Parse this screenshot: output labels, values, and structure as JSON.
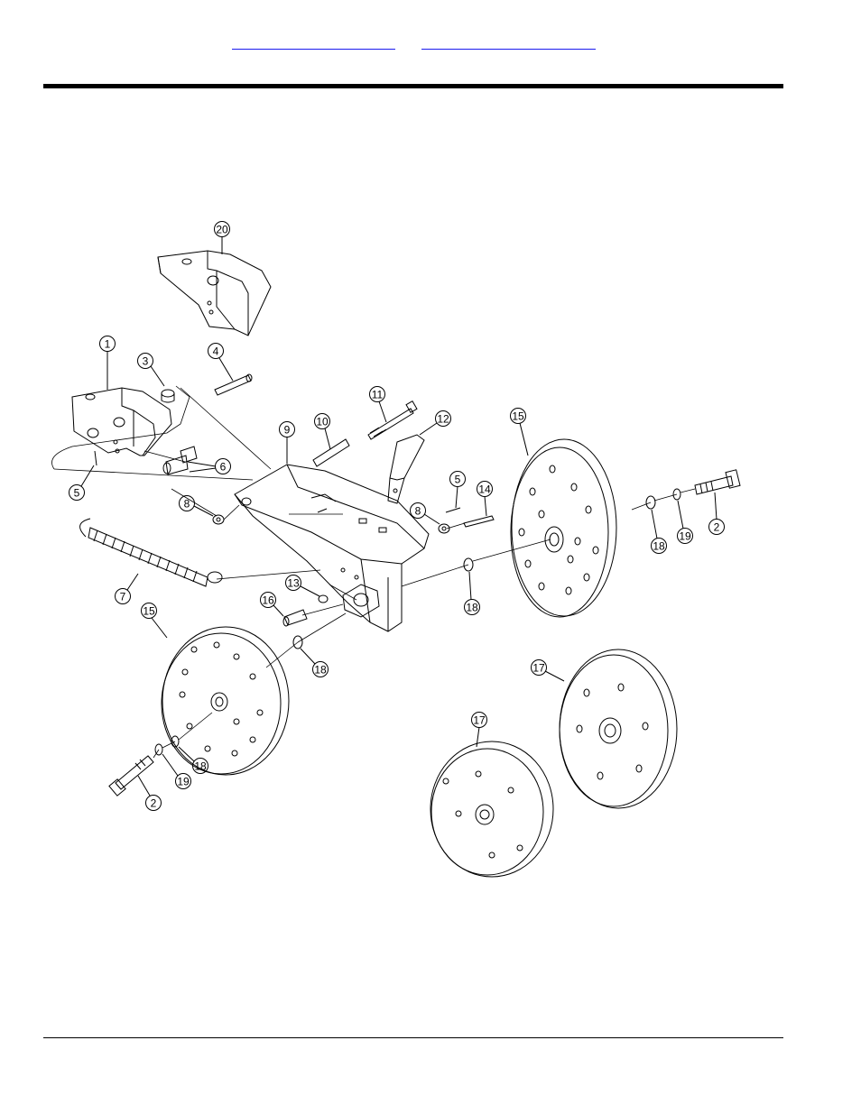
{
  "header": {
    "links": [
      {
        "label": ""
      },
      {
        "label": ""
      }
    ]
  },
  "diagram": {
    "callouts": [
      {
        "label": "20"
      },
      {
        "label": "1"
      },
      {
        "label": "3"
      },
      {
        "label": "4"
      },
      {
        "label": "11"
      },
      {
        "label": "10"
      },
      {
        "label": "12"
      },
      {
        "label": "9"
      },
      {
        "label": "6"
      },
      {
        "label": "5"
      },
      {
        "label": "5"
      },
      {
        "label": "14"
      },
      {
        "label": "8"
      },
      {
        "label": "8"
      },
      {
        "label": "15"
      },
      {
        "label": "18"
      },
      {
        "label": "19"
      },
      {
        "label": "2"
      },
      {
        "label": "7"
      },
      {
        "label": "13"
      },
      {
        "label": "16"
      },
      {
        "label": "18"
      },
      {
        "label": "15"
      },
      {
        "label": "18"
      },
      {
        "label": "17"
      },
      {
        "label": "17"
      },
      {
        "label": "18"
      },
      {
        "label": "19"
      },
      {
        "label": "2"
      }
    ]
  }
}
